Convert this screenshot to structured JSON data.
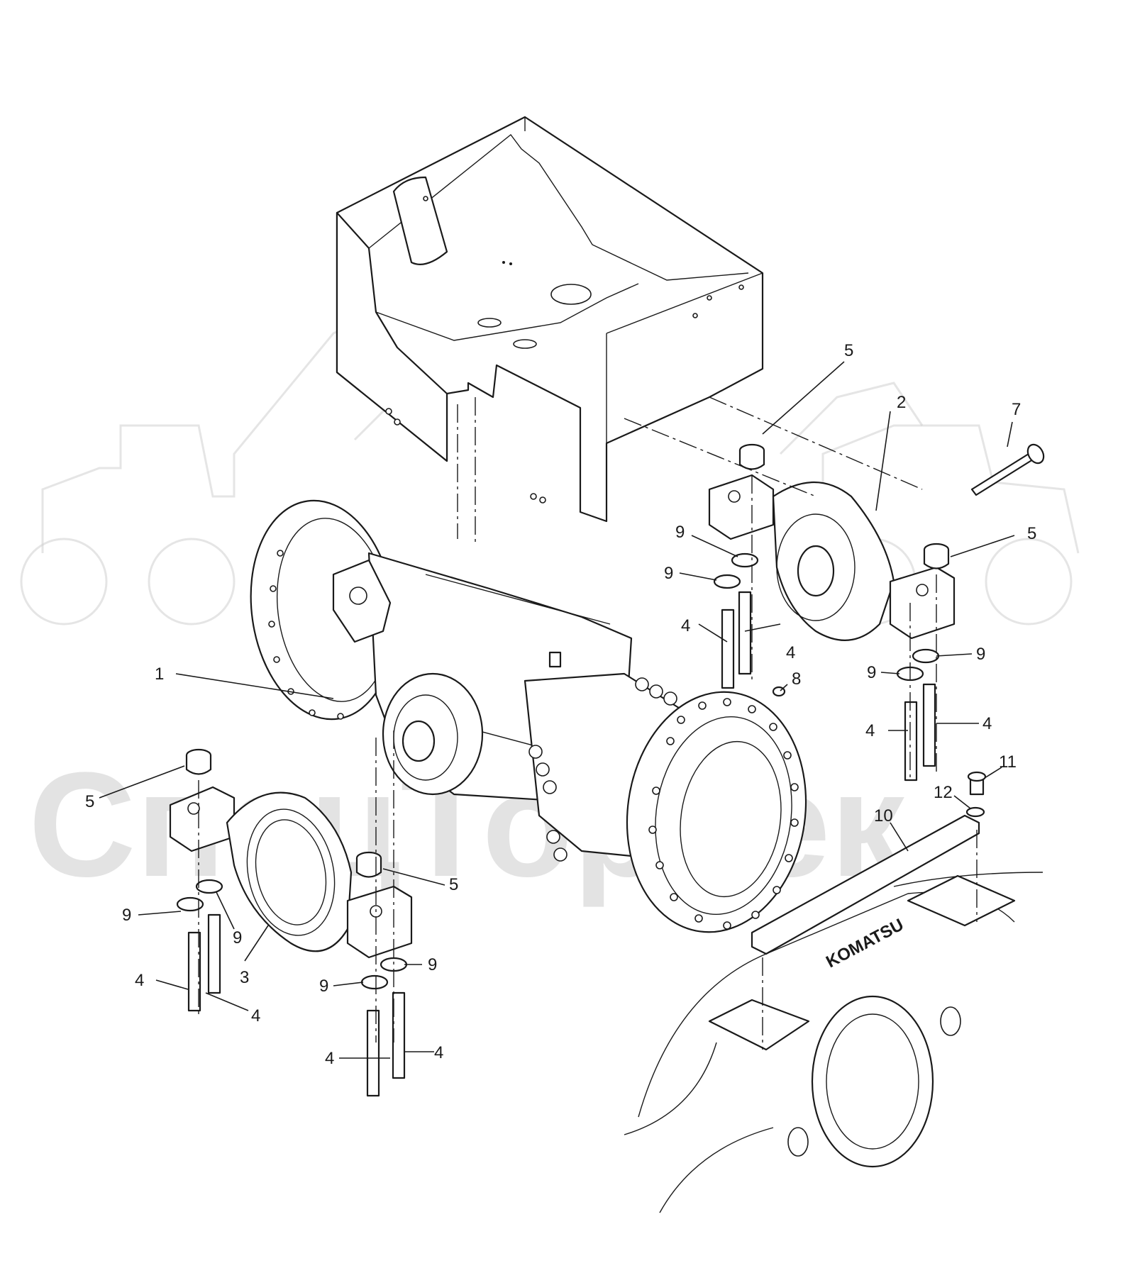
{
  "watermark": {
    "text": "СпецТорТек",
    "color": "#c9c9c9"
  },
  "hood_logo": "KOMATSU",
  "callouts": [
    {
      "id": "c1",
      "label": "1"
    },
    {
      "id": "c2",
      "label": "2"
    },
    {
      "id": "c3",
      "label": "3"
    },
    {
      "id": "c4a",
      "label": "4"
    },
    {
      "id": "c4b",
      "label": "4"
    },
    {
      "id": "c4c",
      "label": "4"
    },
    {
      "id": "c4d",
      "label": "4"
    },
    {
      "id": "c4e",
      "label": "4"
    },
    {
      "id": "c4f",
      "label": "4"
    },
    {
      "id": "c4g",
      "label": "4"
    },
    {
      "id": "c4h",
      "label": "4"
    },
    {
      "id": "c5a",
      "label": "5"
    },
    {
      "id": "c5b",
      "label": "5"
    },
    {
      "id": "c5c",
      "label": "5"
    },
    {
      "id": "c5d",
      "label": "5"
    },
    {
      "id": "c7",
      "label": "7"
    },
    {
      "id": "c8",
      "label": "8"
    },
    {
      "id": "c9a",
      "label": "9"
    },
    {
      "id": "c9b",
      "label": "9"
    },
    {
      "id": "c9c",
      "label": "9"
    },
    {
      "id": "c9d",
      "label": "9"
    },
    {
      "id": "c9e",
      "label": "9"
    },
    {
      "id": "c9f",
      "label": "9"
    },
    {
      "id": "c9g",
      "label": "9"
    },
    {
      "id": "c9h",
      "label": "9"
    },
    {
      "id": "c10",
      "label": "10"
    },
    {
      "id": "c11",
      "label": "11"
    },
    {
      "id": "c12",
      "label": "12"
    }
  ]
}
